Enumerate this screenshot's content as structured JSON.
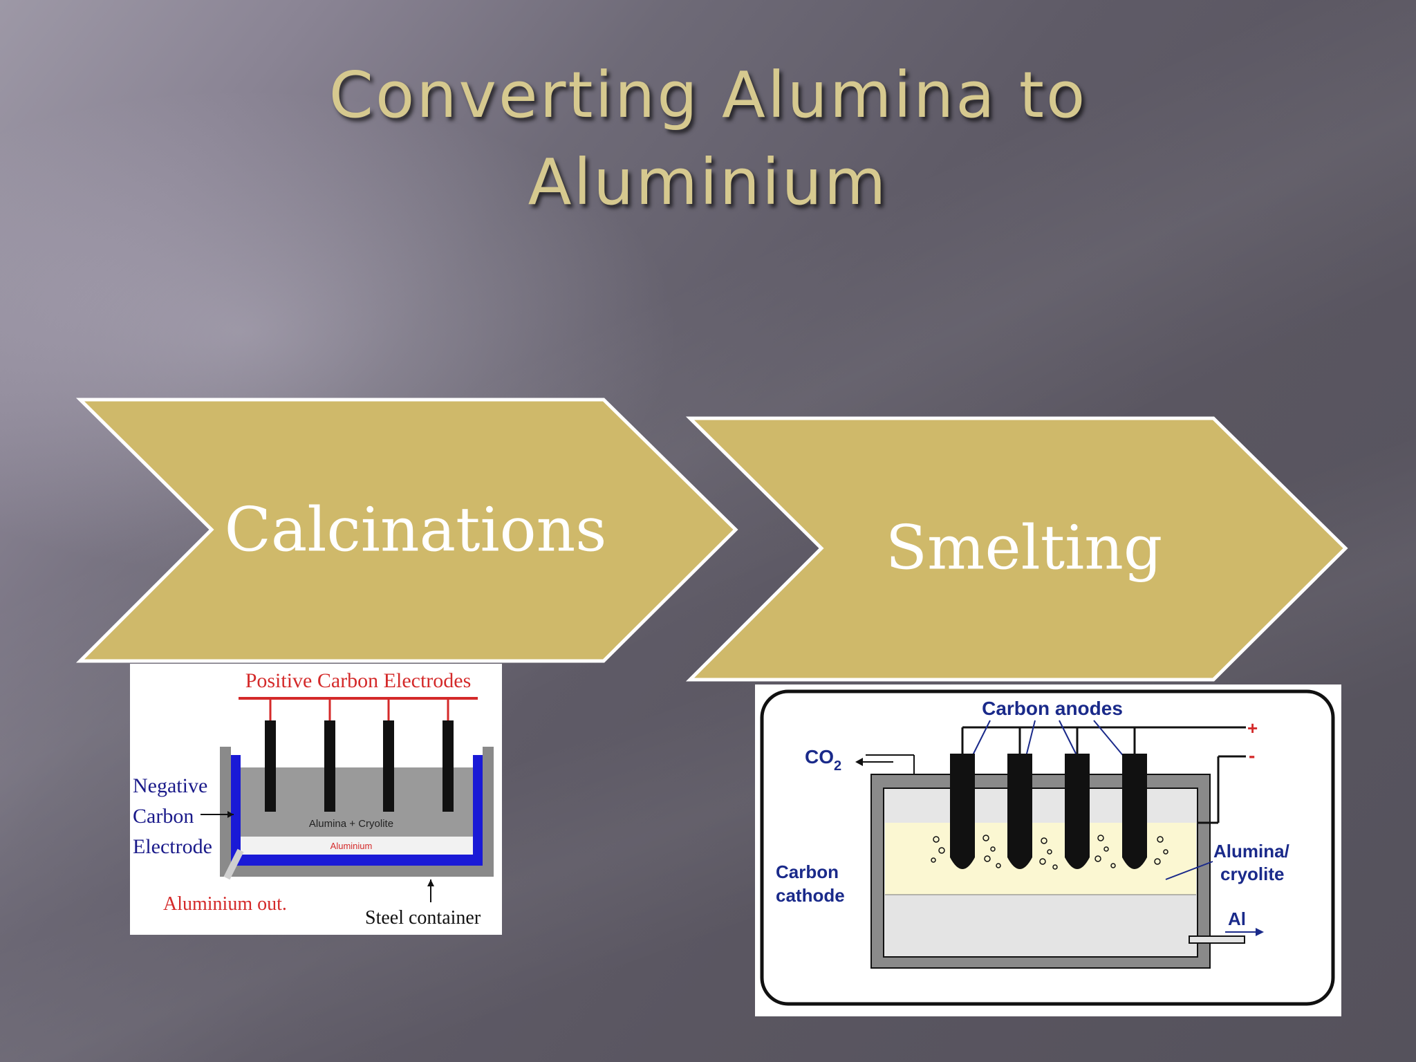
{
  "slide": {
    "title_line1": "Converting Alumina to",
    "title_line2": "Aluminium"
  },
  "process": {
    "steps": [
      {
        "label": "Calcinations"
      },
      {
        "label": "Smelting"
      }
    ]
  },
  "figure1": {
    "top_label": "Positive Carbon Electrodes",
    "left_label_1": "Negative",
    "left_label_2": "Carbon",
    "left_label_3": "Electrode",
    "bath_label": "Alumina + Cryolite",
    "metal_label": "Aluminium",
    "out_label": "Aluminium out.",
    "container_label": "Steel container"
  },
  "figure2": {
    "anodes_label": "Carbon anodes",
    "co2_label": "CO",
    "co2_sub": "2",
    "cathode_label_1": "Carbon",
    "cathode_label_2": "cathode",
    "bath_label_1": "Alumina/",
    "bath_label_2": "cryolite",
    "al_label": "Al",
    "plus_sign": "+",
    "minus_sign": "-"
  },
  "colors": {
    "title": "#d6c98f",
    "chevron_fill": "#cfb96a",
    "chevron_stroke": "#ffffff"
  }
}
